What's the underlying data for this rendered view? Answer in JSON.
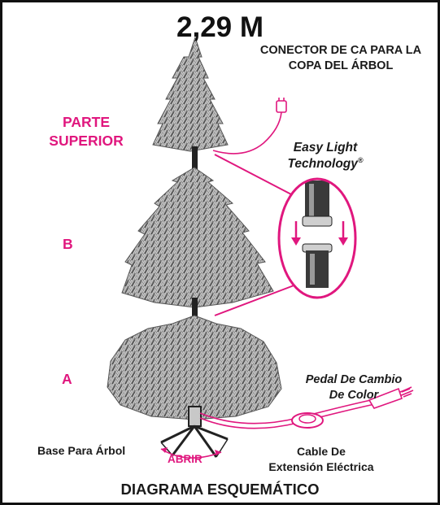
{
  "title": "2,29 M",
  "labels": {
    "connector": "CONECTOR DE CA PARA LA COPA DEL ÁRBOL",
    "top_section_line1": "PARTE",
    "top_section_line2": "SUPERIOR",
    "section_b": "B",
    "section_a": "A",
    "easy_light_line1": "Easy Light",
    "easy_light_line2": "Technology",
    "easy_light_mark": "®",
    "pedal_line1": "Pedal De Cambio",
    "pedal_line2": "De Color",
    "base": "Base Para Árbol",
    "abrir": "ABRIR",
    "cable_line1": "Cable De",
    "cable_line2": "Extensión Eléctrica",
    "footer": "DIAGRAMA ESQUEMÁTICO"
  },
  "colors": {
    "accent": "#e0177e",
    "text": "#1a1a1a",
    "tree": "#6f6f6f"
  },
  "icons": {
    "tree_top": "pine-tree-top-icon",
    "tree_b": "pine-tree-section-icon",
    "tree_a": "pine-tree-section-icon",
    "stand": "tree-stand-icon",
    "pedal": "foot-pedal-icon",
    "plug": "power-plug-icon",
    "connector": "ac-connector-icon"
  }
}
